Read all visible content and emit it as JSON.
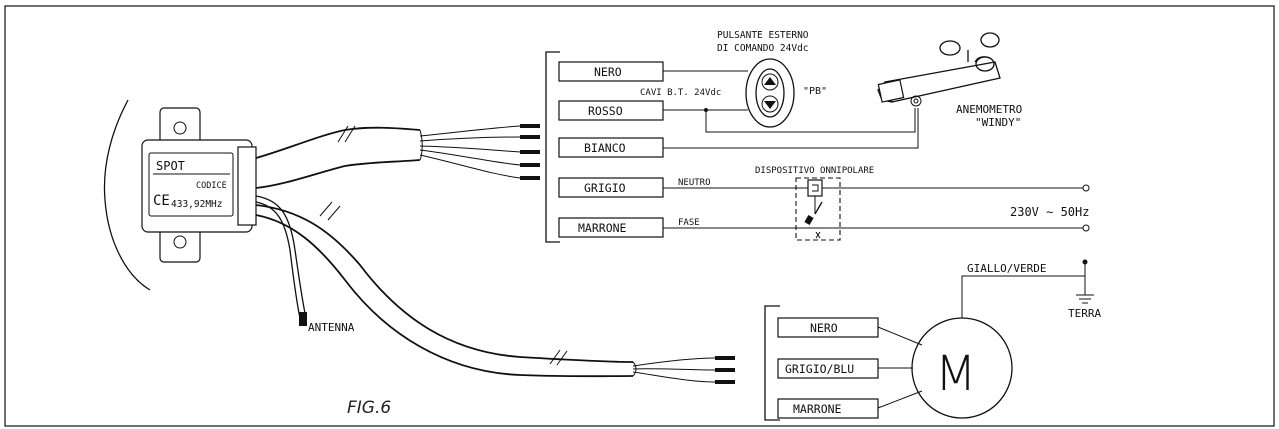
{
  "module": {
    "name": "SPOT",
    "code_label": "CODICE",
    "ce_mark": "CE",
    "frequency": "433,92MHz"
  },
  "wires_top": [
    {
      "label": "NERO"
    },
    {
      "label": "ROSSO"
    },
    {
      "label": "BIANCO"
    },
    {
      "label": "GRIGIO"
    },
    {
      "label": "MARRONE"
    }
  ],
  "wires_motor": [
    {
      "label": "NERO"
    },
    {
      "label": "GRIGIO/BLU"
    },
    {
      "label": "MARRONE"
    }
  ],
  "pushbutton": {
    "title_line1": "PULSANTE ESTERNO",
    "title_line2": "DI COMANDO 24Vdc",
    "tag": "\"PB\"",
    "cable_note": "CAVI B.T. 24Vdc"
  },
  "anemometer": {
    "line1": "ANEMOMETRO",
    "line2": "\"WINDY\""
  },
  "switch": {
    "label": "DISPOSITIVO ONNIPOLARE",
    "neutral": "NEUTRO",
    "phase": "FASE"
  },
  "supply": "230V ∼ 50Hz",
  "ground": {
    "wire": "GIALLO/VERDE",
    "label": "TERRA"
  },
  "motor_symbol": "M",
  "antenna": "ANTENNA",
  "figure": "FIG.6"
}
